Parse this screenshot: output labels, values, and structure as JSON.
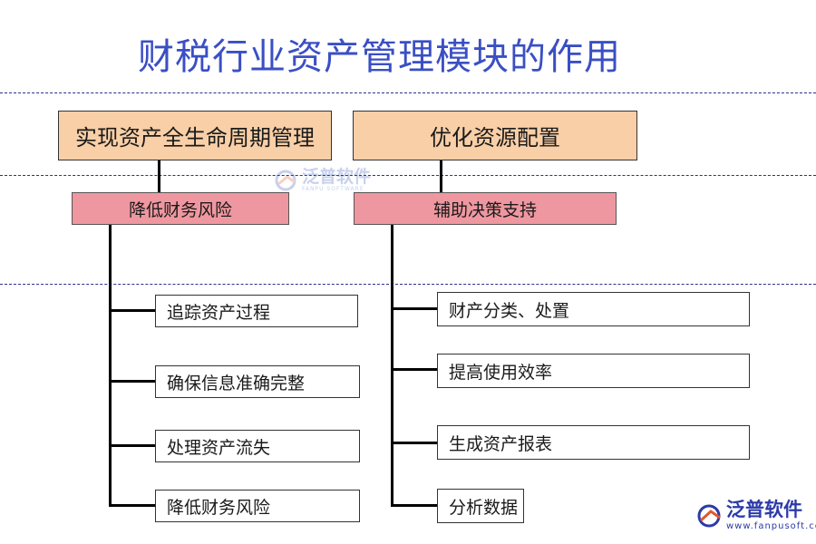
{
  "title": "财税行业资产管理模块的作用",
  "top_boxes": [
    "实现资产全生命周期管理",
    "优化资源配置"
  ],
  "mid_boxes": [
    "降低财务风险",
    "辅助决策支持"
  ],
  "left_items": [
    "追踪资产过程",
    "确保信息准确完整",
    "处理资产流失",
    "降低财务风险"
  ],
  "right_items": [
    "财产分类、处置",
    "提高使用效率",
    "生成资产报表",
    "分析数据"
  ],
  "watermark": {
    "name": "泛普软件",
    "subtitle": "FANPU SOFTWARE"
  },
  "corner_logo": {
    "name": "泛普软件",
    "url": "www.fanpusoft.com"
  },
  "colors": {
    "title": "#3a4fc4",
    "top_box_fill": "#f9cfa7",
    "mid_box_fill": "#ef97a0",
    "dashed_line": "#2b2f8a",
    "connector": "#000000"
  }
}
